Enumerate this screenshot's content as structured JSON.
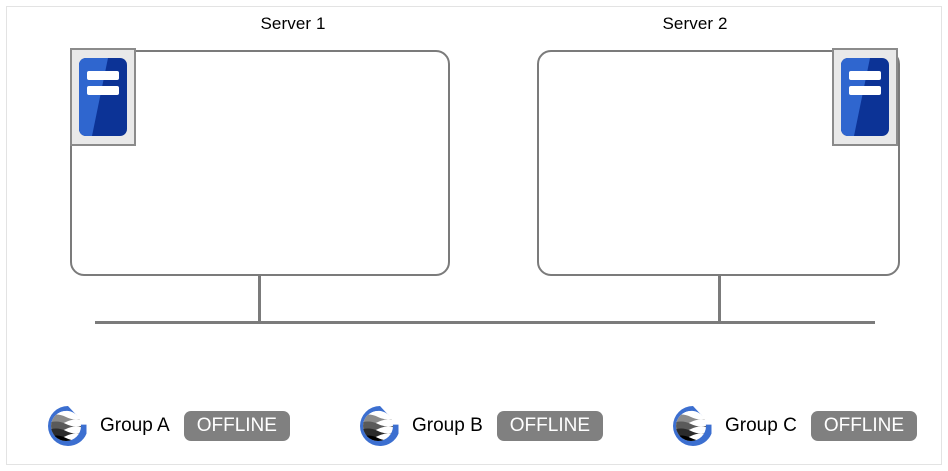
{
  "diagram": {
    "type": "cluster-topology",
    "background_color": "#ffffff",
    "line_color": "#7b7b7b",
    "accent_color": "#1a56c4",
    "badge_color": "#808080",
    "servers": [
      {
        "title": "Server 1",
        "icon": "server-icon",
        "icon_position": "top-left"
      },
      {
        "title": "Server 2",
        "icon": "server-icon",
        "icon_position": "top-right"
      }
    ],
    "network": {
      "bus_label": "",
      "connector_count": 2
    },
    "groups": [
      {
        "name": "Group A",
        "status": "OFFLINE",
        "logo": "globe-g-logo"
      },
      {
        "name": "Group B",
        "status": "OFFLINE",
        "logo": "globe-g-logo"
      },
      {
        "name": "Group C",
        "status": "OFFLINE",
        "logo": "globe-g-logo"
      }
    ]
  }
}
